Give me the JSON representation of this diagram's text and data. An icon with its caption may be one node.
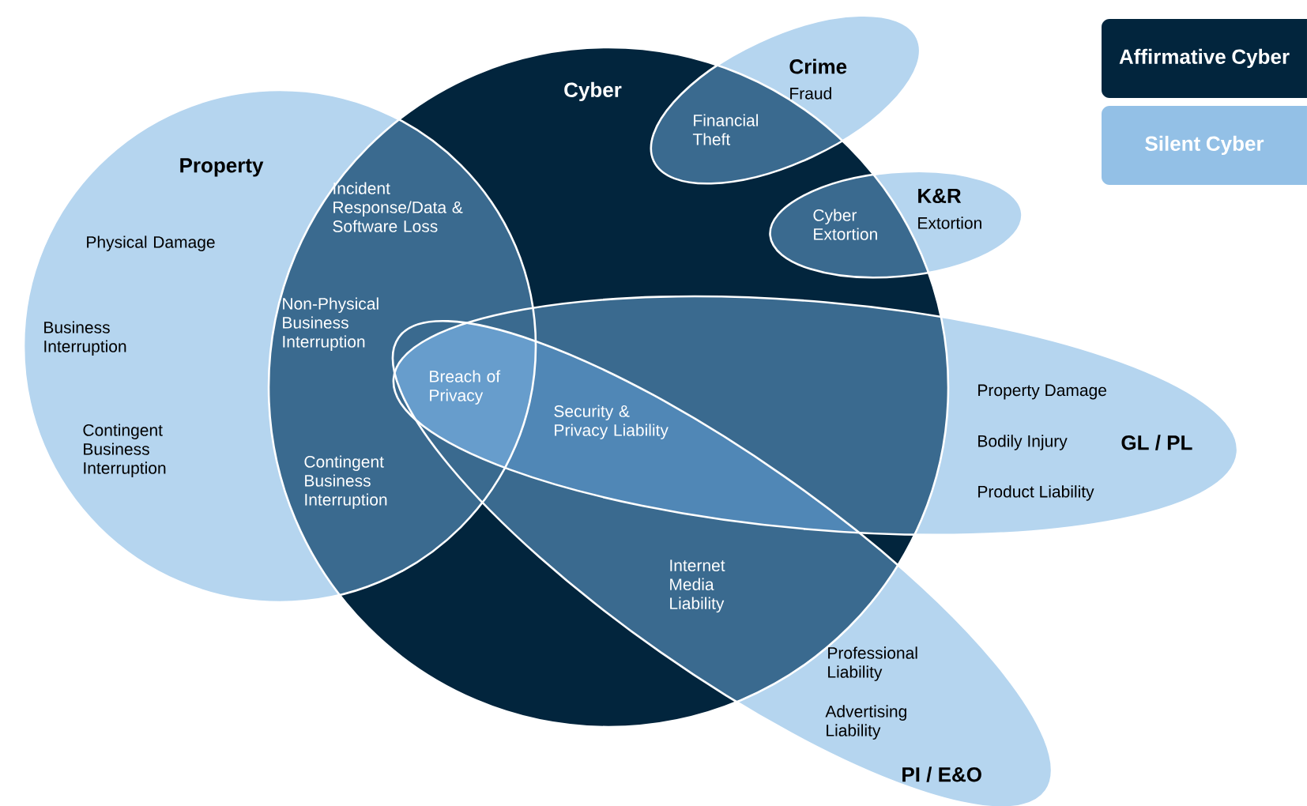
{
  "diagram": {
    "nodes": [
      {
        "text": [
          "Cyber"
        ]
      },
      {
        "text": [
          "Property",
          "Physical Damage",
          "Business Interruption",
          "Contingent Business Interruption"
        ]
      },
      {
        "text": [
          "Crime",
          "Fraud"
        ]
      },
      {
        "text": [
          "K&R",
          "Extortion"
        ]
      },
      {
        "text": [
          "Property Damage",
          "Bodily Injury",
          "GL / PL",
          "Product Liability"
        ]
      },
      {
        "text": [
          "Professional Liability",
          "Advertising Liability",
          "PI / E&O"
        ]
      }
    ],
    "labels": [
      "Financial Theft",
      "Incident Response/Data & Software Loss",
      "Cyber Extortion",
      "Non-Physical Business Interruption",
      "Breach of Privacy",
      "Security & Privacy Liability",
      "Contingent Business Interruption",
      "Internet Media Liability"
    ],
    "legend": [
      {
        "text": "Affirmative Cyber",
        "color": "#02253d"
      },
      {
        "text": "Silent Cyber",
        "color": "#93c0e6"
      }
    ]
  }
}
